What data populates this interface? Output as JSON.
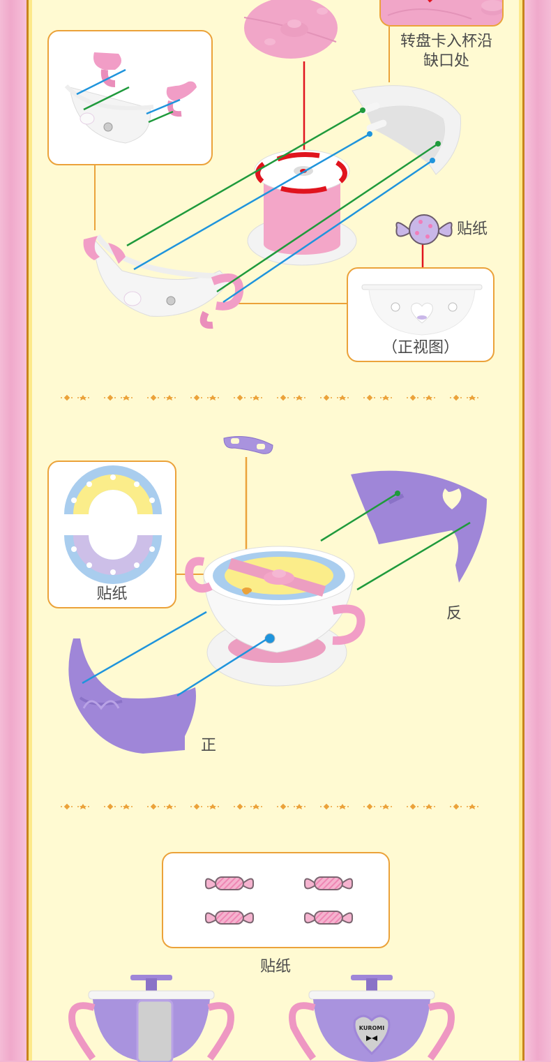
{
  "page": {
    "type": "assembly-instructions",
    "background_color": "#fffad2",
    "border_color": "#c8841c",
    "side_stripe_color": "#f0a9cb",
    "accent_box_border": "#eba23a"
  },
  "section1": {
    "callout_top_right": {
      "line1": "转盘卡入杯沿",
      "line2": "缺口处"
    },
    "sticker_label": "贴纸",
    "front_view_caption": "（正视图）",
    "guide_colors": {
      "green": "#1f9a3c",
      "blue": "#1f94dc",
      "red": "#e0141e",
      "orange": "#eba23a"
    },
    "parts": [
      "handle-inset",
      "pink-turntable-disc",
      "spinner-core",
      "white-cup-half-back",
      "white-cup-half-front",
      "candy-sticker",
      "cup-front-view"
    ]
  },
  "section2": {
    "sticker_label": "贴纸",
    "back_label": "反",
    "front_label": "正",
    "parts": [
      "disc-sticker",
      "purple-key",
      "teacup-assembled",
      "purple-shell-back",
      "purple-shell-front"
    ]
  },
  "section3": {
    "sticker_label": "贴纸",
    "sticker_count": 4,
    "cup_badge_text": "KUROMI"
  }
}
